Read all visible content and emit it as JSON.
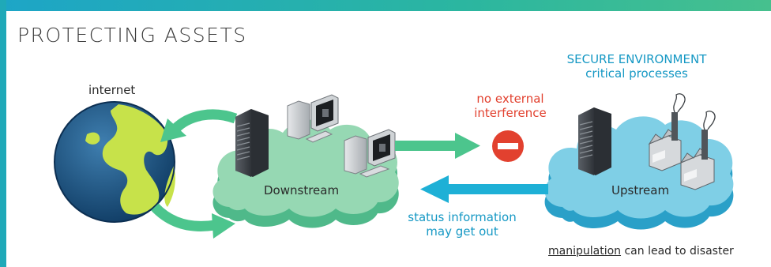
{
  "title": "PROTECTING ASSETS",
  "labels": {
    "internet": "internet",
    "downstream": "Downstream",
    "upstream": "Upstream",
    "no_external_line1": "no external",
    "no_external_line2": "interference",
    "secure_env": "SECURE ENVIRONMENT",
    "critical": "critical processes",
    "status_line1": "status information",
    "status_line2": "may get out",
    "manipulation_word": "manipulation",
    "manipulation_rest": " can lead to disaster"
  },
  "colors": {
    "accent_teal": "#1fa9b8",
    "green_cloud": "#8fd6b0",
    "blue_cloud": "#6ec6de",
    "green_arrow": "#4cc58d",
    "blue_arrow": "#1eb0d6",
    "stop_red": "#e2412f"
  },
  "icons": [
    "globe-icon",
    "server-icon",
    "workstation-icon",
    "factory-icon",
    "no-entry-icon"
  ]
}
